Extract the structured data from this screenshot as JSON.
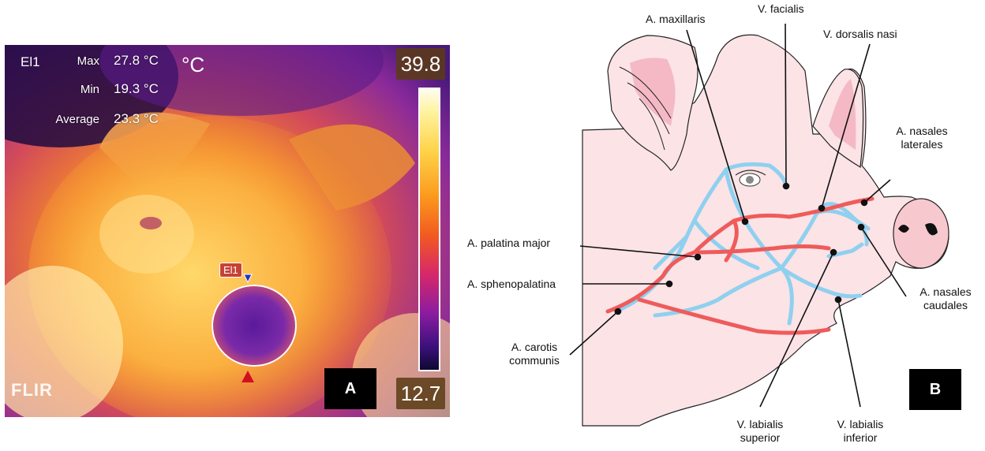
{
  "panel_a": {
    "roi_name": "El1",
    "unit": "°C",
    "stats": [
      {
        "label": "Max",
        "value": "27.8 °C"
      },
      {
        "label": "Min",
        "value": "19.3 °C"
      },
      {
        "label": "Average",
        "value": "23.3 °C"
      }
    ],
    "scale_max": "39.8",
    "scale_min": "12.7",
    "roi_tag": "El1",
    "logo": "FLIR",
    "panel_label": "A"
  },
  "panel_b": {
    "panel_label": "B",
    "labels": {
      "maxillaris": "A. maxillaris",
      "facialis": "V. facialis",
      "dorsalis_nasi": "V. dorsalis nasi",
      "nasales_laterales_1": "A. nasales",
      "nasales_laterales_2": "laterales",
      "palatina_major": "A. palatina major",
      "sphenopalatina": "A. sphenopalatina",
      "nasales_caudales_1": "A. nasales",
      "nasales_caudales_2": "caudales",
      "carotis_1": "A. carotis",
      "carotis_2": "communis",
      "labialis_superior_1": "V. labialis",
      "labialis_superior_2": "superior",
      "labialis_inferior_1": "V. labialis",
      "labialis_inferior_2": "inferior"
    },
    "colors": {
      "artery": "#ef5b5b",
      "vein": "#8fd0ef",
      "skin": "#fbe3e6",
      "ear_inner": "#f4b9c5"
    }
  }
}
